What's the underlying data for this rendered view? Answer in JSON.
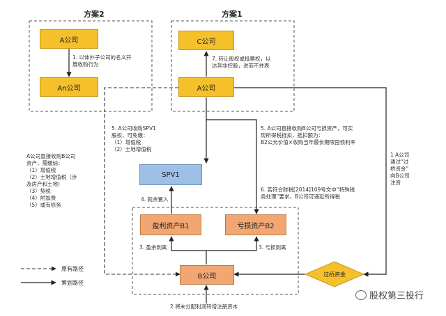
{
  "titles": {
    "plan2": "方案2",
    "plan1": "方案1"
  },
  "boxes": {
    "a_left": "A公司",
    "an": "An公司",
    "c": "C公司",
    "a_right": "A公司",
    "spv1": "SPV1",
    "b1": "盈利资产B1",
    "b2": "亏损资产B2",
    "b": "B公司",
    "bridge": "过桥资金"
  },
  "notes": {
    "n1": "1. 以体外子公司的名义开\n展收购行为",
    "n7": "7. 转让股权或投票权，以\n达到非控股，进而不并表",
    "n5a": "5. A公司收购SPV1\n股权，可免缴：\n（1）增值税\n（2）土地增值税",
    "n5b": "5. A公司直接收购B公司亏损资产，可实\n现所得税抵扣，抵扣额为：\nB2公允价值×收购当年最长期限国债利率",
    "n6": "6. 若符合财税[2014]109号文中“特殊税\n务处理”要求，B公司可递延所得税",
    "n4": "4. 就余置入",
    "n3a": "3. 盈余剥离",
    "n3b": "3. 亏损剥离",
    "n2": "2.将未分配利润转增注册资本",
    "left_block": "A公司直接收购B公司\n资产，需缴纳：\n（1）增值税\n（2）土地增值税（涉\n及房产和土地）\n（3）契税\n（4）附加费\n（5）或有债务",
    "right_block": "1 A公司\n通过“过\n桥资金”\n向B公司\n注资"
  },
  "legend": {
    "dashed": "原有路径",
    "solid": "筹划路径"
  },
  "watermark": "股权第三投行"
}
